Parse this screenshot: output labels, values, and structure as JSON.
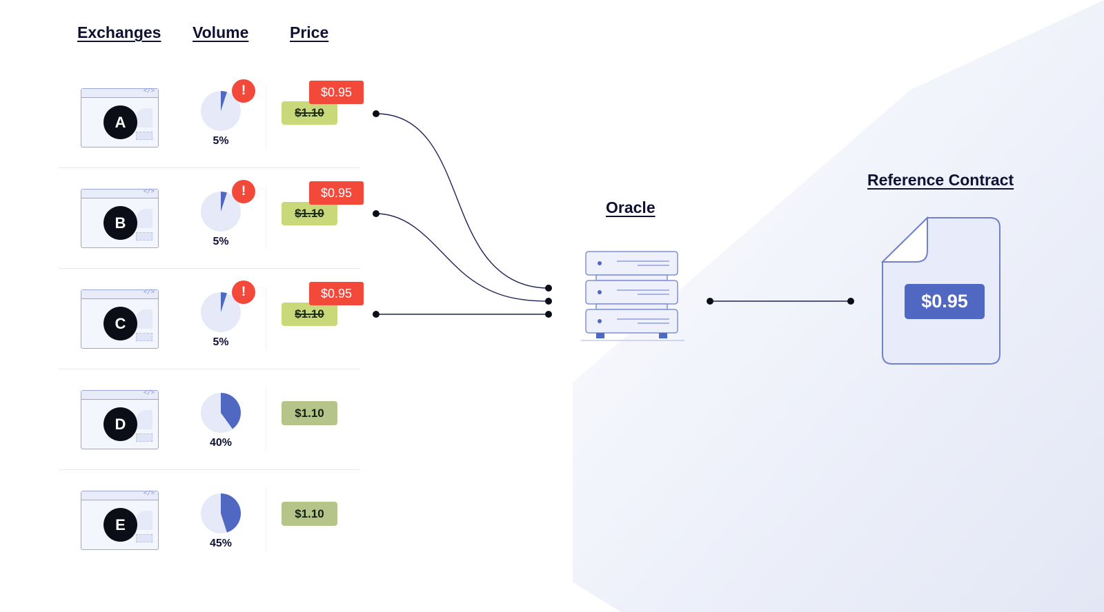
{
  "headers": {
    "exchanges": "Exchanges",
    "volume": "Volume",
    "price": "Price",
    "oracle": "Oracle",
    "reference_contract": "Reference Contract"
  },
  "exchanges": [
    {
      "letter": "A",
      "volume_pct": 5,
      "volume_label": "5%",
      "alert": "!",
      "old_price": "$1.10",
      "new_price": "$0.95",
      "flagged": true
    },
    {
      "letter": "B",
      "volume_pct": 5,
      "volume_label": "5%",
      "alert": "!",
      "old_price": "$1.10",
      "new_price": "$0.95",
      "flagged": true
    },
    {
      "letter": "C",
      "volume_pct": 5,
      "volume_label": "5%",
      "alert": "!",
      "old_price": "$1.10",
      "new_price": "$0.95",
      "flagged": true
    },
    {
      "letter": "D",
      "volume_pct": 40,
      "volume_label": "40%",
      "price": "$1.10",
      "flagged": false
    },
    {
      "letter": "E",
      "volume_pct": 45,
      "volume_label": "45%",
      "price": "$1.10",
      "flagged": false
    }
  ],
  "reference_contract": {
    "price": "$0.95"
  },
  "colors": {
    "alert_red": "#f2493b",
    "price_green": "#c9d97a",
    "accent_blue": "#5068c2",
    "pie_bg": "#e6eaf8",
    "ink": "#0e1133"
  },
  "icons": {
    "exchange": "browser-window-icon",
    "oracle": "server-stack-icon",
    "contract": "document-icon",
    "alert": "exclamation-icon"
  }
}
